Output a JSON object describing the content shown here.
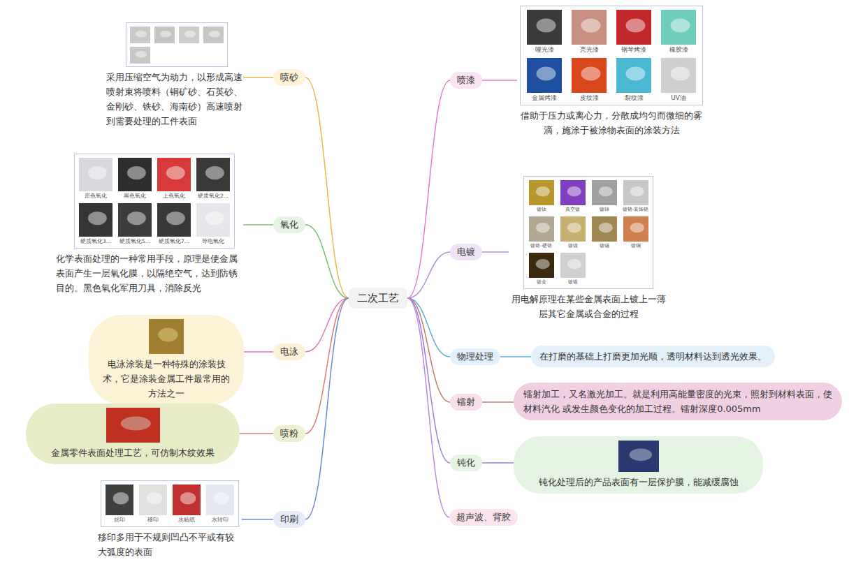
{
  "diagram": {
    "nodes": [
      {
        "text": [
          "二次工艺"
        ]
      },
      {
        "text": [
          "喷砂"
        ]
      },
      {
        "text": [
          "采用压缩空气为动力，以形成高速喷射束将喷料（铜矿砂、石英砂、金刚砂、铁砂、海南砂）高速喷射到需要处理的工件表面"
        ]
      },
      {
        "text": [
          "氧化"
        ]
      },
      {
        "text": [
          "化学表面处理的一种常用手段，原理是使金属表面产生一层氧化膜，以隔绝空气，达到防锈目的。黑色氧化军用刀具，消除反光"
        ]
      },
      {
        "text": [
          "电泳"
        ]
      },
      {
        "text": [
          "电泳涂装是一种特殊的涂装技术，它是涂装金属工件最常用的方法之一"
        ]
      },
      {
        "text": [
          "喷粉"
        ]
      },
      {
        "text": [
          "金属零件表面处理工艺，可仿制木纹效果"
        ]
      },
      {
        "text": [
          "印刷"
        ]
      },
      {
        "text": [
          "移印多用于不规则凹凸不平或有较大弧度的表面"
        ]
      },
      {
        "text": [
          "喷漆"
        ]
      },
      {
        "text": [
          "借助于压力或离心力，分散成均匀而微细的雾滴，施涂于被涂物表面的涂装方法"
        ]
      },
      {
        "text": [
          "电镀"
        ]
      },
      {
        "text": [
          "用电解原理在某些金属表面上镀上一薄层其它金属或合金的过程"
        ]
      },
      {
        "text": [
          "物理处理"
        ]
      },
      {
        "text": [
          "在打磨的基础上打磨更加光顺，透明材料达到透光效果。"
        ]
      },
      {
        "text": [
          "镭射"
        ]
      },
      {
        "text": [
          "镭射加工，又名激光加工。就是利用高能量密度的光束，照射到材料表面，使材料汽化 或发生颜色变化的加工过程。镭射深度0.005mm"
        ]
      },
      {
        "text": [
          "钝化"
        ]
      },
      {
        "text": [
          "钝化处理后的产品表面有一层保护膜，能减缓腐蚀"
        ]
      },
      {
        "text": [
          "超声波、背胶"
        ]
      }
    ],
    "edges": [
      {
        "from": 0,
        "to": 1,
        "arrow": "none"
      },
      {
        "from": 1,
        "to": 2,
        "arrow": "none"
      },
      {
        "from": 0,
        "to": 3,
        "arrow": "none"
      },
      {
        "from": 3,
        "to": 4,
        "arrow": "none"
      },
      {
        "from": 0,
        "to": 5,
        "arrow": "none"
      },
      {
        "from": 5,
        "to": 6,
        "arrow": "none"
      },
      {
        "from": 0,
        "to": 7,
        "arrow": "none"
      },
      {
        "from": 7,
        "to": 8,
        "arrow": "none"
      },
      {
        "from": 0,
        "to": 9,
        "arrow": "none"
      },
      {
        "from": 9,
        "to": 10,
        "arrow": "none"
      },
      {
        "from": 0,
        "to": 11,
        "arrow": "none"
      },
      {
        "from": 11,
        "to": 12,
        "arrow": "none"
      },
      {
        "from": 0,
        "to": 13,
        "arrow": "none"
      },
      {
        "from": 13,
        "to": 14,
        "arrow": "none"
      },
      {
        "from": 0,
        "to": 15,
        "arrow": "none"
      },
      {
        "from": 15,
        "to": 16,
        "arrow": "none"
      },
      {
        "from": 0,
        "to": 17,
        "arrow": "none"
      },
      {
        "from": 17,
        "to": 18,
        "arrow": "none"
      },
      {
        "from": 0,
        "to": 19,
        "arrow": "none"
      },
      {
        "from": 19,
        "to": 20,
        "arrow": "none"
      },
      {
        "from": 0,
        "to": 21,
        "arrow": "none"
      }
    ],
    "labels": [
      "哑光漆",
      "亮光漆",
      "钢琴烤漆",
      "橡胶漆",
      "金属烤漆",
      "皮纹漆",
      "裂纹漆",
      "UV油",
      "镀钛",
      "真空镀",
      "镀锌",
      "镀铬-装饰铬",
      "镀铬-硬铬",
      "镀镍",
      "镀锡",
      "镀铜",
      "镀金",
      "镀银",
      "原色氧化",
      "黑色氧化",
      "上色氧化",
      "硬质氧化2...",
      "硬质氧化3...",
      "硬质氧化5...",
      "硬质氧化7...",
      "导电氧化",
      "丝印",
      "移印",
      "水贴纸",
      "水转印"
    ]
  }
}
